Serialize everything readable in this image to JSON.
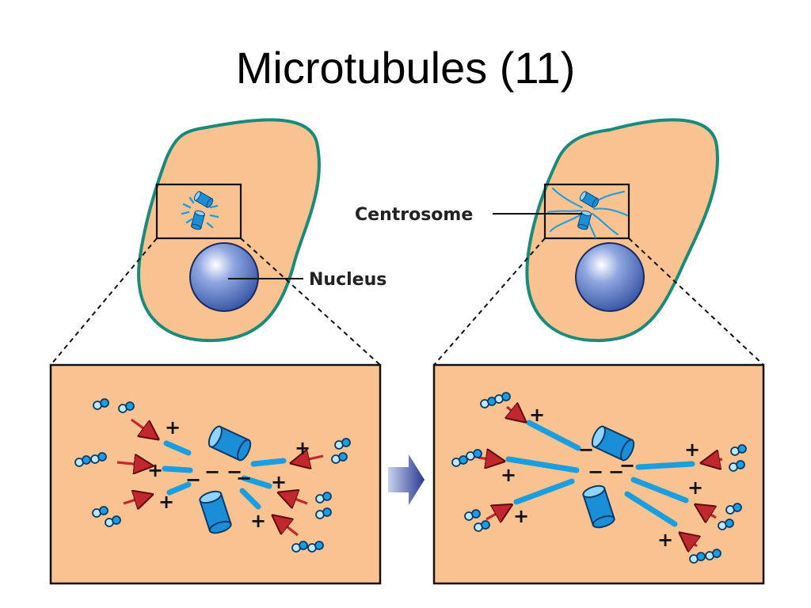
{
  "title": "Microtubules (11)",
  "labels": {
    "centrosome": "Centrosome",
    "nucleus": "Nucleus"
  },
  "signs": {
    "plus": "+",
    "minus": "−"
  },
  "colors": {
    "cytoplasm": "#f9c391",
    "cell_outline": "#1a8a7a",
    "microtubule": "#1a9ee0",
    "centriole": "#1a8fd8",
    "nucleus": "#4a6fc0",
    "arrow": "#c0282d",
    "transition_arrow": "#3a4aa0"
  }
}
